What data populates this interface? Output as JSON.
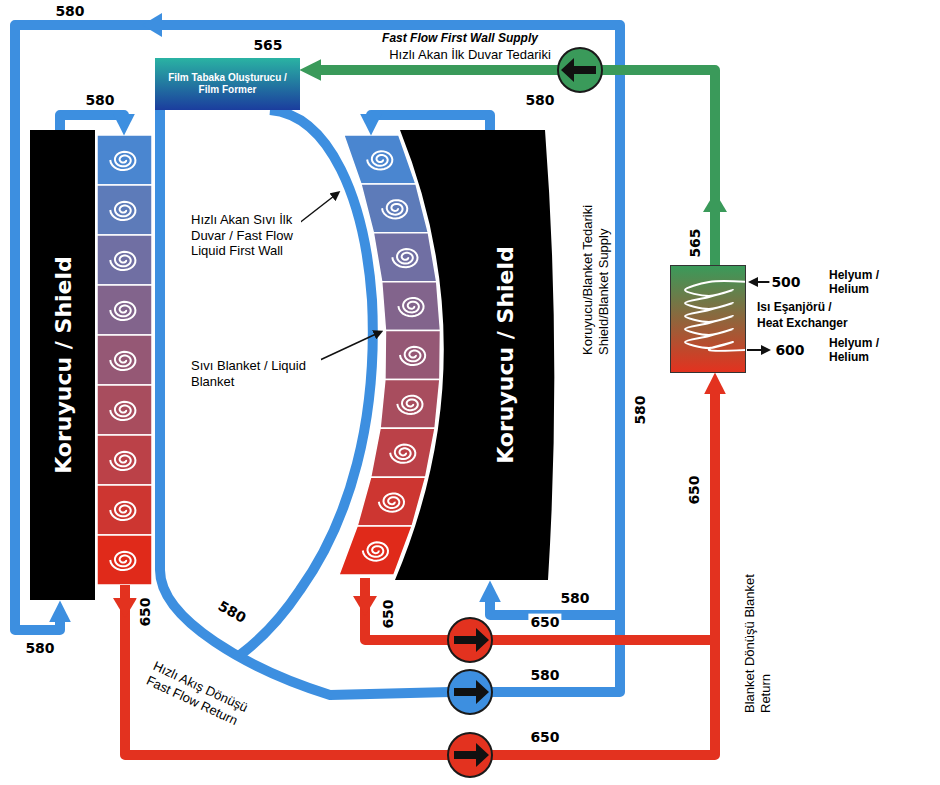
{
  "diagram": {
    "nodes": [
      {
        "text": [
          "Film Tabaka Oluşturucu / Film Former"
        ]
      },
      {
        "text": [
          "Koruyucu / Shield"
        ]
      },
      {
        "text": [
          "Koruyucu / Shield"
        ]
      },
      {
        "text": [
          "Isı Eşanjörü / Heat Exchanger"
        ]
      }
    ],
    "edges": [
      {
        "from": 3,
        "to": 0,
        "arrow": "to"
      }
    ],
    "labels": [
      "580",
      "565",
      "Fast Flow First Wall Supply",
      "Hızlı Akan İlk Duvar Tedariki",
      "580",
      "580",
      "Hızlı Akan Sıvı İlk Duvar / Fast Flow Liquid First Wall",
      "Sıvı Blanket / Liquid Blanket",
      "Koruyucu/Blanket Tedariki Shield/Blanket Supply",
      "565",
      "500",
      "Helyum / Helium",
      "600",
      "Helyum / Helium",
      "580",
      "650",
      "580",
      "650",
      "650",
      "580",
      "580",
      "Hızlı Akış Dönüşü Fast Flow Return",
      "650",
      "580",
      "650",
      "Blanket Dönüşü Blanket Return"
    ]
  }
}
